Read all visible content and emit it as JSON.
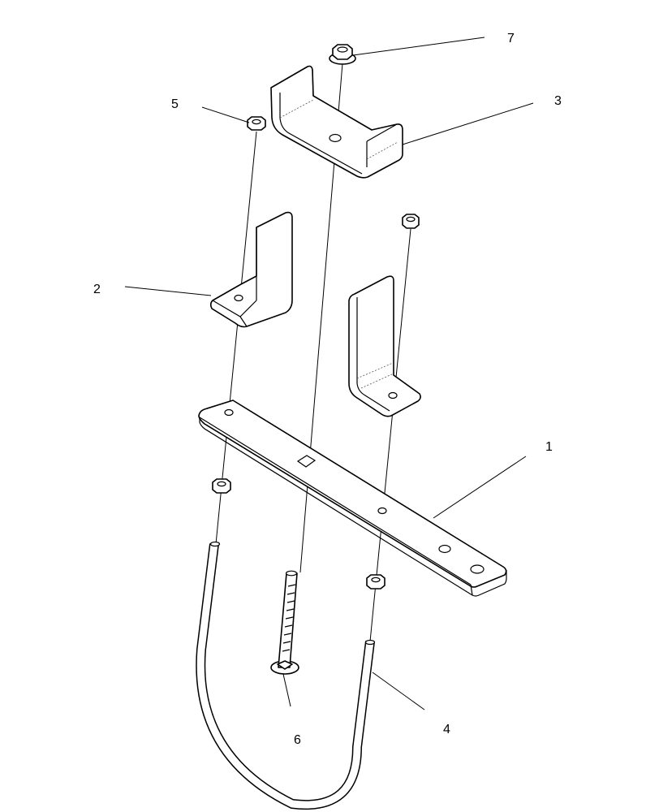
{
  "callouts": [
    {
      "id": "1",
      "text": "1"
    },
    {
      "id": "2",
      "text": "2"
    },
    {
      "id": "3",
      "text": "3"
    },
    {
      "id": "4",
      "text": "4"
    },
    {
      "id": "5",
      "text": "5"
    },
    {
      "id": "6",
      "text": "6"
    },
    {
      "id": "7",
      "text": "7"
    }
  ]
}
